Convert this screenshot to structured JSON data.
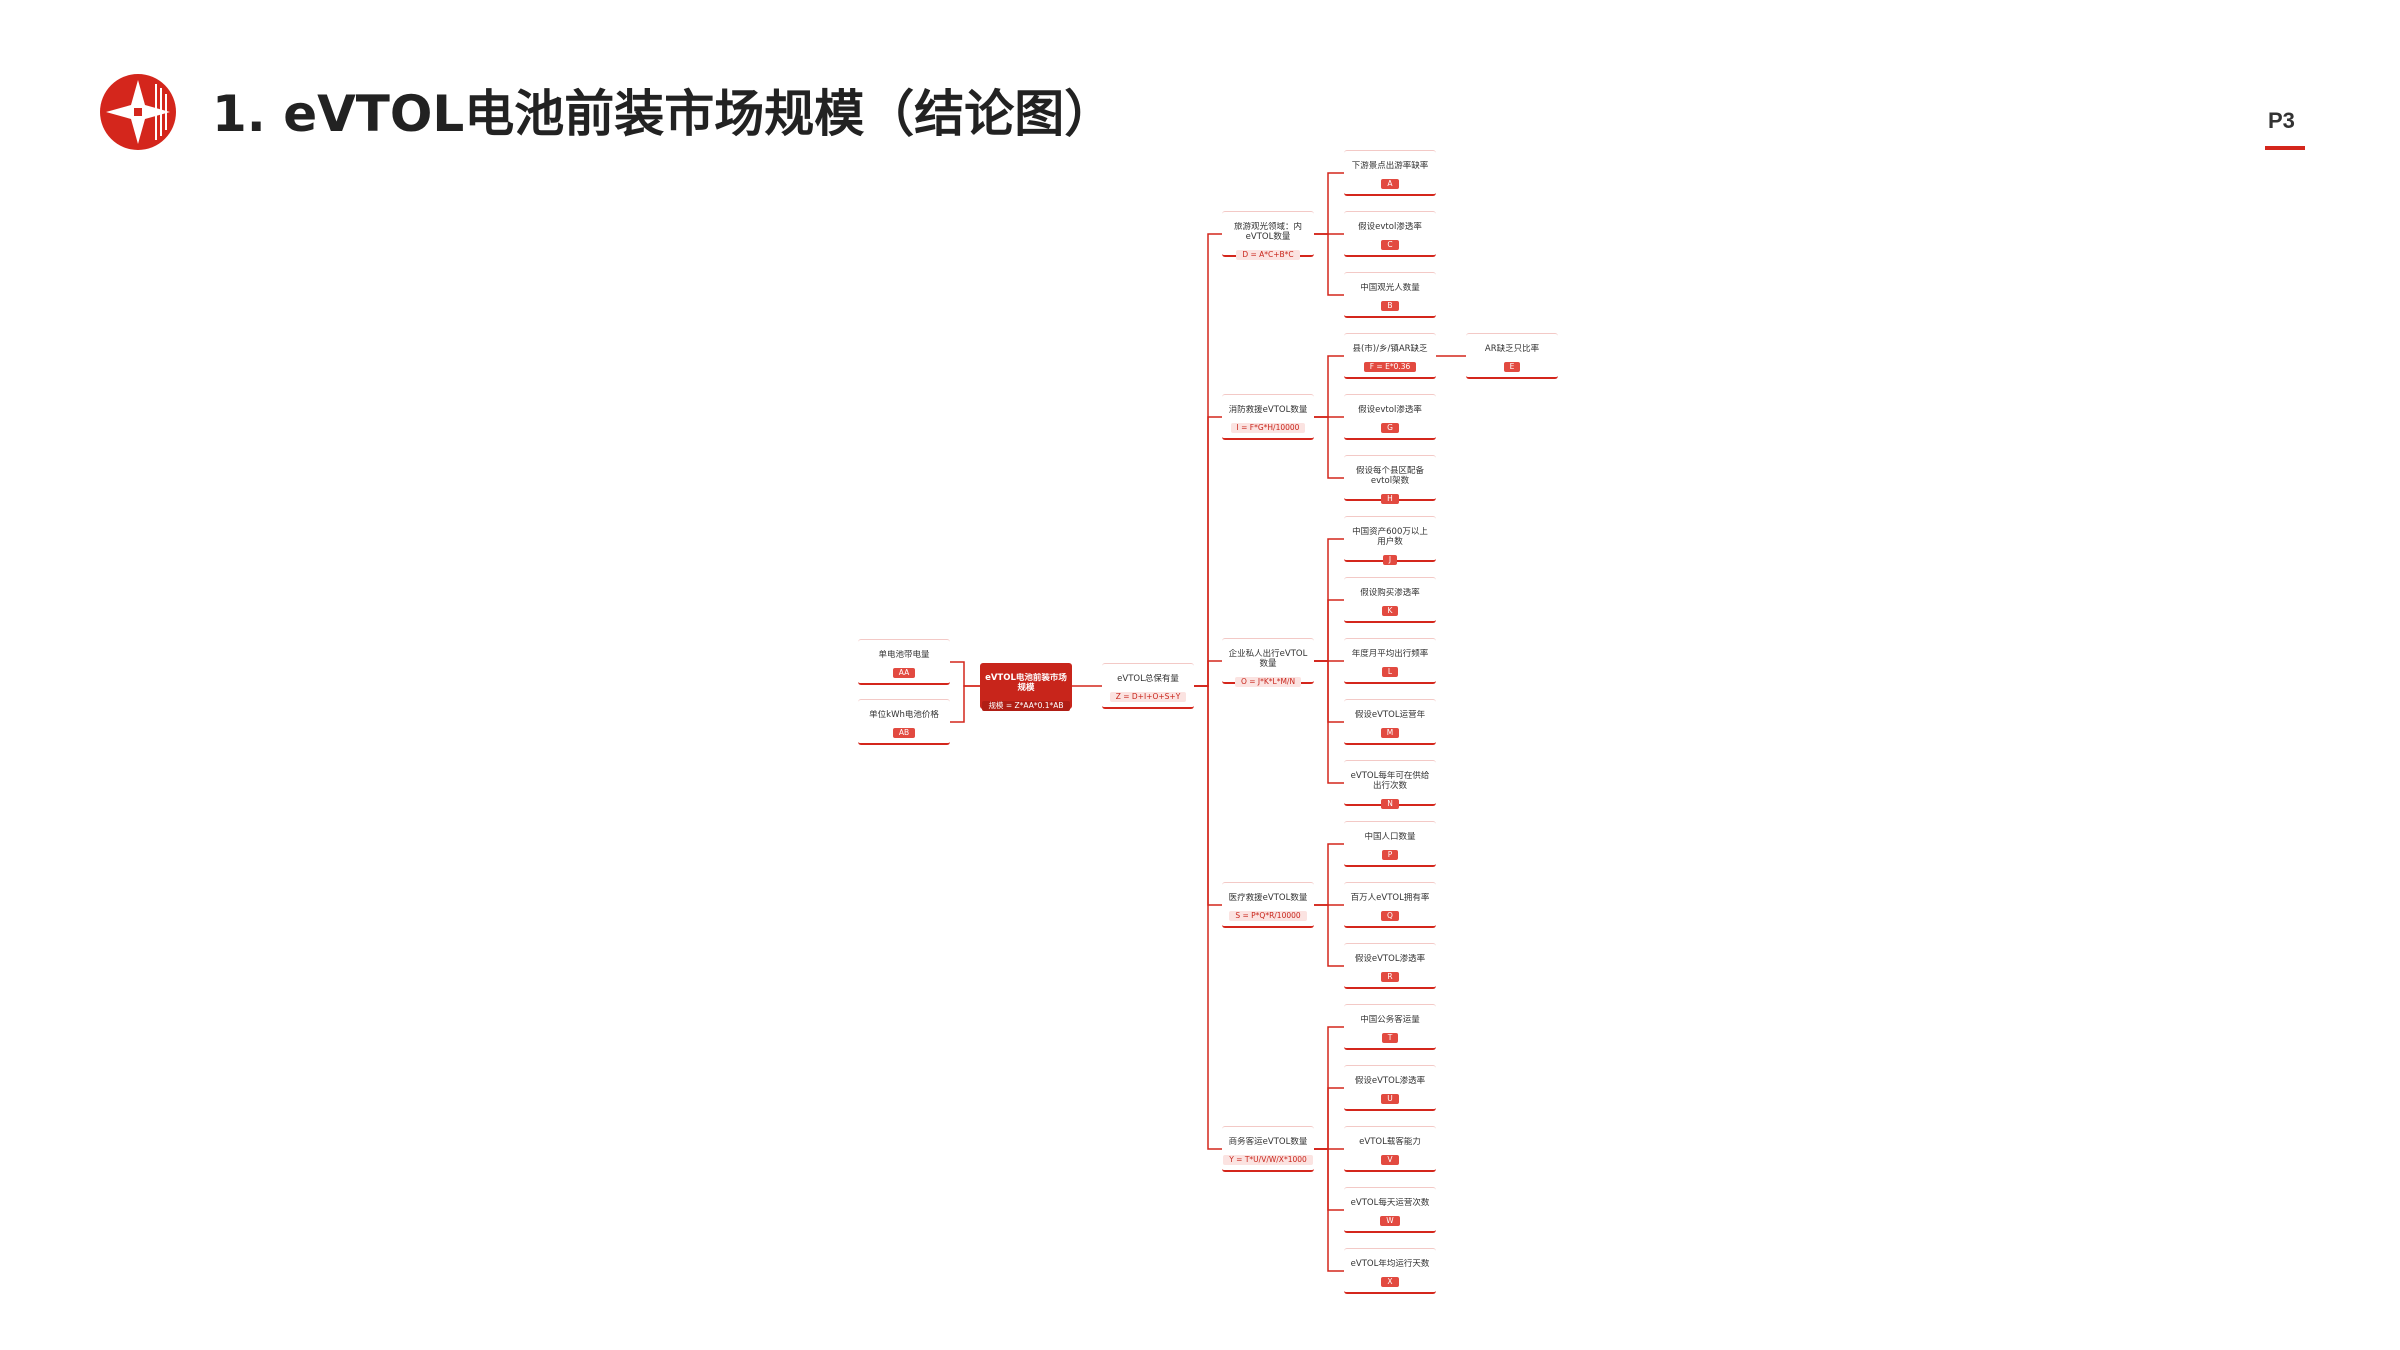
{
  "header": {
    "title": "1.  eVTOL电池前装市场规模（结论图）",
    "page": "P3"
  },
  "colors": {
    "accent": "#d4261c",
    "accent_light": "#e24a40",
    "text": "#222222"
  },
  "diagram": {
    "root": {
      "label": "eVTOL电池前装市场规模",
      "formula": "规模 = Z*AA*0.1*AB"
    },
    "left_inputs": [
      {
        "label": "单电池带电量",
        "code": "AA"
      },
      {
        "label": "单位kWh电池价格",
        "code": "AB"
      }
    ],
    "total": {
      "label": "eVTOL总保有量",
      "formula": "Z = D+I+O+S+Y"
    },
    "branches": [
      {
        "label": "旅游观光领域：内eVTOL数量",
        "formula": "D = A*C+B*C",
        "leaves": [
          {
            "label": "下游景点出游率缺率",
            "code": "A"
          },
          {
            "label": "假设evtol渗透率",
            "code": "C"
          },
          {
            "label": "中国观光人数量",
            "code": "B"
          }
        ]
      },
      {
        "label": "消防救援eVTOL数量",
        "formula": "I = F*G*H/10000",
        "leaves": [
          {
            "label": "县(市)/乡/镇AR缺乏",
            "code": "F = E*0.36",
            "sub": {
              "label": "AR缺乏只比率",
              "code": "E"
            }
          },
          {
            "label": "假设evtol渗透率",
            "code": "G"
          },
          {
            "label": "假设每个县区配备evtol架数",
            "code": "H"
          }
        ]
      },
      {
        "label": "企业私人出行eVTOL数量",
        "formula": "O = J*K*L*M/N",
        "leaves": [
          {
            "label": "中国资产600万以上用户数",
            "code": "J"
          },
          {
            "label": "假设购买渗透率",
            "code": "K"
          },
          {
            "label": "年度月平均出行频率",
            "code": "L"
          },
          {
            "label": "假设eVTOL运营年",
            "code": "M"
          },
          {
            "label": "eVTOL每年可在供给出行次数",
            "code": "N"
          }
        ]
      },
      {
        "label": "医疗救援eVTOL数量",
        "formula": "S = P*Q*R/10000",
        "leaves": [
          {
            "label": "中国人口数量",
            "code": "P"
          },
          {
            "label": "百万人eVTOL拥有率",
            "code": "Q"
          },
          {
            "label": "假设eVTOL渗透率",
            "code": "R"
          }
        ]
      },
      {
        "label": "商务客运eVTOL数量",
        "formula": "Y = T*U/V/W/X*1000",
        "leaves": [
          {
            "label": "中国公务客运量",
            "code": "T"
          },
          {
            "label": "假设eVTOL渗透率",
            "code": "U"
          },
          {
            "label": "eVTOL载客能力",
            "code": "V"
          },
          {
            "label": "eVTOL每天运营次数",
            "code": "W"
          },
          {
            "label": "eVTOL年均运行天数",
            "code": "X"
          }
        ]
      }
    ]
  }
}
